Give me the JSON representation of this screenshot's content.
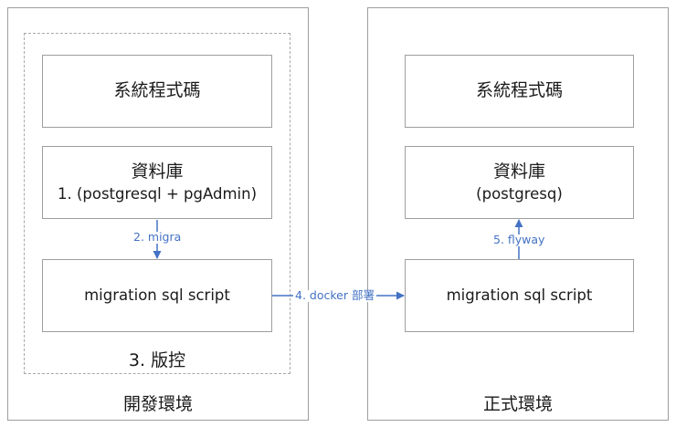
{
  "dev_env": {
    "label": "開發環境",
    "source_box": "系統程式碼",
    "db_box": {
      "title": "資料庫",
      "subtitle": "1. (postgresql + pgAdmin)"
    },
    "script_box": "migration sql script",
    "vcs_label": "3. 版控"
  },
  "prod_env": {
    "label": "正式環境",
    "source_box": "系統程式碼",
    "db_box": {
      "title": "資料庫",
      "subtitle": "(postgresq)"
    },
    "script_box": "migration sql script"
  },
  "edges": {
    "migra": "2. migra",
    "deploy": "4. docker 部署",
    "flyway": "5. flyway"
  },
  "colors": {
    "arrow": "#4472c4",
    "border": "#9e9e9e"
  }
}
